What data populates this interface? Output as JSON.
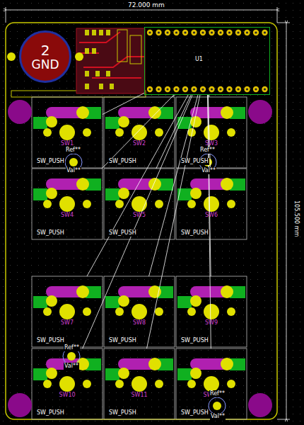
{
  "diagram": {
    "nodes": [
      {
        "text": [
          "2",
          "GND"
        ]
      },
      {
        "text": [
          "U1"
        ]
      },
      {
        "text": [
          "SW1",
          "SW_PUSH"
        ]
      },
      {
        "text": [
          "SW2",
          "SW_PUSH"
        ]
      },
      {
        "text": [
          "SW3",
          "SW_PUSH"
        ]
      },
      {
        "text": [
          "SW4",
          "SW_PUSH"
        ]
      },
      {
        "text": [
          "SW5",
          "SW_PUSH"
        ]
      },
      {
        "text": [
          "SW6",
          "SW_PUSH"
        ]
      },
      {
        "text": [
          "SW7",
          "SW_PUSH"
        ]
      },
      {
        "text": [
          "SW8",
          "SW_PUSH"
        ]
      },
      {
        "text": [
          "SW9",
          "SW_PUSH"
        ]
      },
      {
        "text": [
          "SW10",
          "SW_PUSH"
        ]
      },
      {
        "text": [
          "SW11",
          "SW_PUSH"
        ]
      },
      {
        "text": [
          "SW12",
          "SW_PUSH"
        ]
      }
    ],
    "edges": [
      {
        "from": 1,
        "to": 2,
        "arrow": "none"
      },
      {
        "from": 1,
        "to": 3,
        "arrow": "none"
      },
      {
        "from": 1,
        "to": 4,
        "arrow": "none"
      },
      {
        "from": 1,
        "to": 5,
        "arrow": "none"
      },
      {
        "from": 1,
        "to": 6,
        "arrow": "none"
      },
      {
        "from": 1,
        "to": 7,
        "arrow": "none"
      },
      {
        "from": 1,
        "to": 8,
        "arrow": "none"
      },
      {
        "from": 1,
        "to": 9,
        "arrow": "none"
      },
      {
        "from": 1,
        "to": 10,
        "arrow": "none"
      },
      {
        "from": 1,
        "to": 11,
        "arrow": "none"
      },
      {
        "from": 1,
        "to": 12,
        "arrow": "none"
      },
      {
        "from": 1,
        "to": 13,
        "arrow": "none"
      }
    ],
    "labels": [
      "72.000 mm",
      "105.500 mm",
      "Ref**",
      "Val**",
      "Ref**",
      "Val**",
      "Ref**",
      "Val**",
      "Ref**",
      "Val**"
    ]
  }
}
